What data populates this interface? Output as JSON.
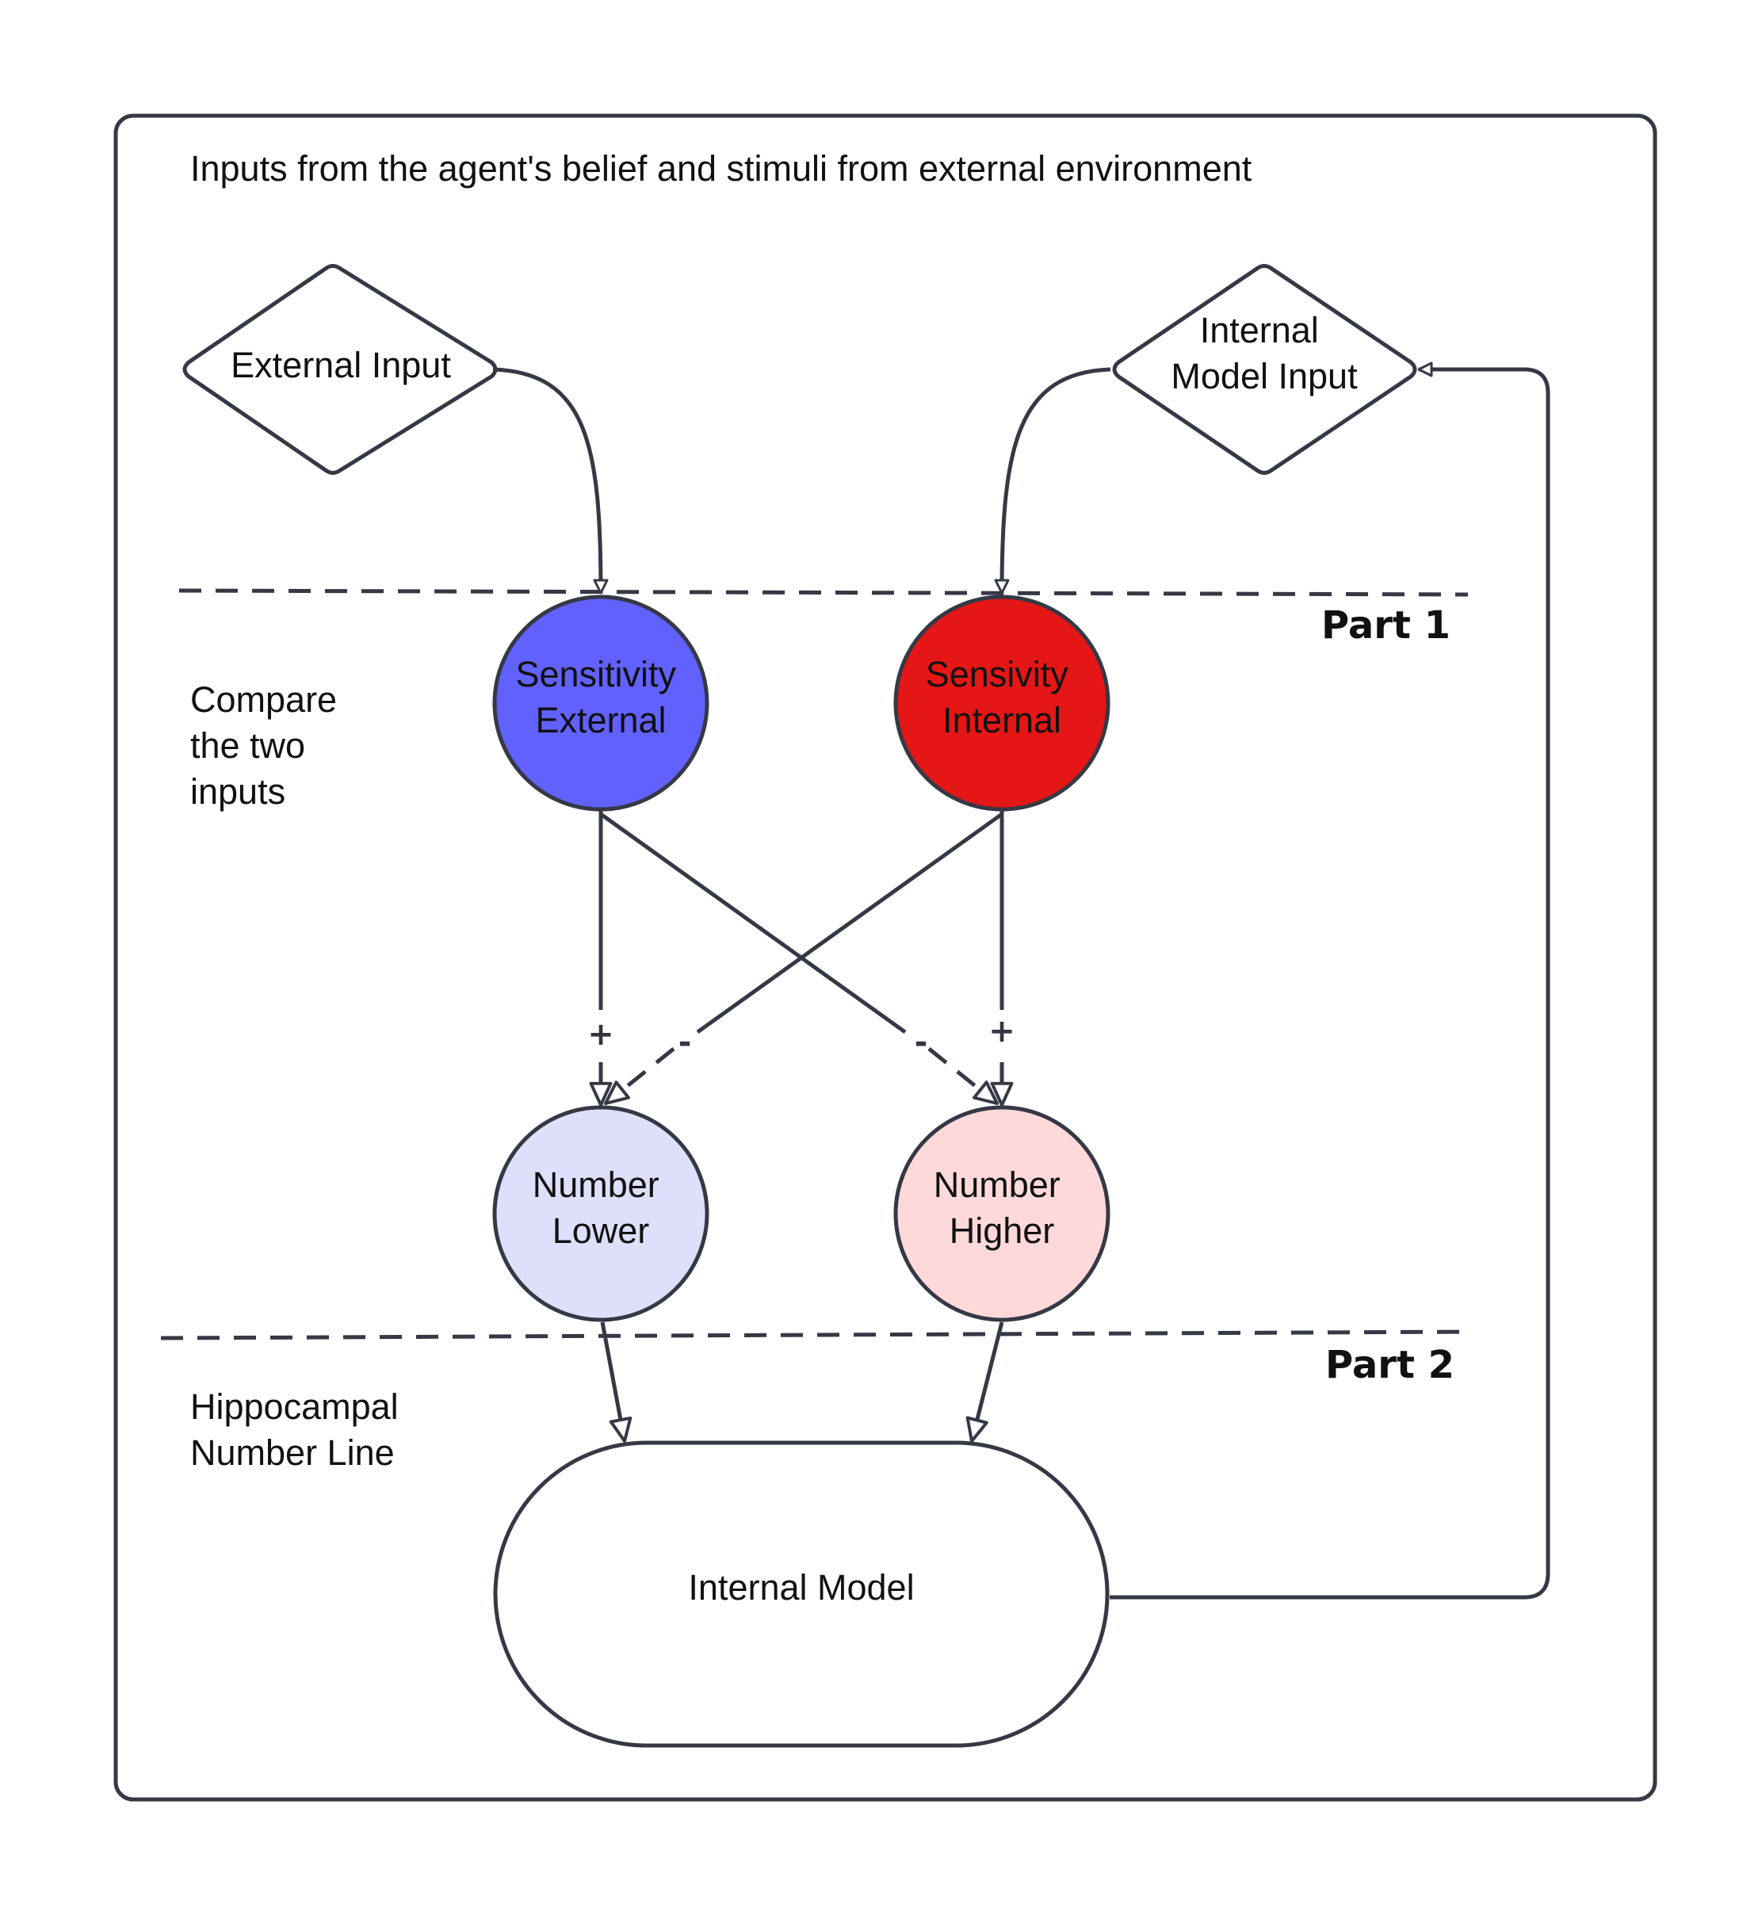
{
  "header": {
    "text": "Inputs from the agent's belief and stimuli from external environment"
  },
  "sections": {
    "part1": {
      "label": "Part 1",
      "description": [
        "Compare",
        "the two",
        "inputs"
      ]
    },
    "part2": {
      "label": "Part 2",
      "description": [
        "Hippocampal",
        "Number Line"
      ]
    }
  },
  "nodes": {
    "external_input": {
      "lines": [
        "External Input"
      ]
    },
    "internal_model_input": {
      "lines": [
        "Internal",
        "Model Input"
      ]
    },
    "sensitivity_external": {
      "lines": [
        "Sensitivity",
        "External"
      ],
      "fill": "#6161fd"
    },
    "sensitivity_internal": {
      "lines": [
        "Sensivity",
        "Internal"
      ],
      "fill": "#e41616"
    },
    "number_lower": {
      "lines": [
        "Number",
        "Lower"
      ],
      "fill": "#dedffb"
    },
    "number_higher": {
      "lines": [
        "Number",
        "Higher"
      ],
      "fill": "#fdd9d9"
    },
    "internal_model": {
      "lines": [
        "Internal Model"
      ],
      "fill": "#ffffff"
    }
  },
  "edges": {
    "ext_to_lower": {
      "sign": "+"
    },
    "int_to_lower": {
      "sign": "-"
    },
    "ext_to_higher": {
      "sign": "-"
    },
    "int_to_higher": {
      "sign": "+"
    }
  },
  "colors": {
    "stroke": "#353845",
    "frame": "#353845"
  }
}
